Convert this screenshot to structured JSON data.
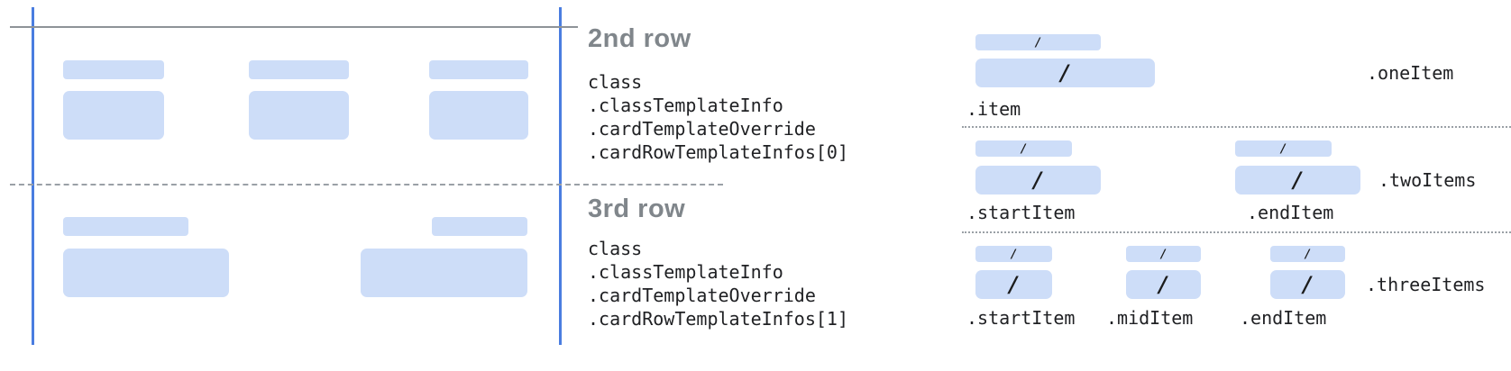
{
  "glyphs": {
    "slash": "/"
  },
  "colors": {
    "block_fill": "#cdddf8",
    "guide_blue": "#4a7de0",
    "line_gray": "#8e9398",
    "dash_gray": "#9aa0a6",
    "title_gray": "#80868b",
    "code_dark": "#202124"
  },
  "card_rows": [
    {
      "title": "2nd row",
      "lines": [
        "class",
        ".classTemplateInfo",
        ".cardTemplateOverride",
        ".cardRowTemplateInfos[0]"
      ]
    },
    {
      "title": "3rd row",
      "lines": [
        "class",
        ".classTemplateInfo",
        ".cardTemplateOverride",
        ".cardRowTemplateInfos[1]"
      ]
    }
  ],
  "templates": [
    {
      "name": ".oneItem",
      "items": [
        ".item"
      ]
    },
    {
      "name": ".twoItems",
      "items": [
        ".startItem",
        ".endItem"
      ]
    },
    {
      "name": ".threeItems",
      "items": [
        ".startItem",
        ".midItem",
        ".endItem"
      ]
    }
  ]
}
